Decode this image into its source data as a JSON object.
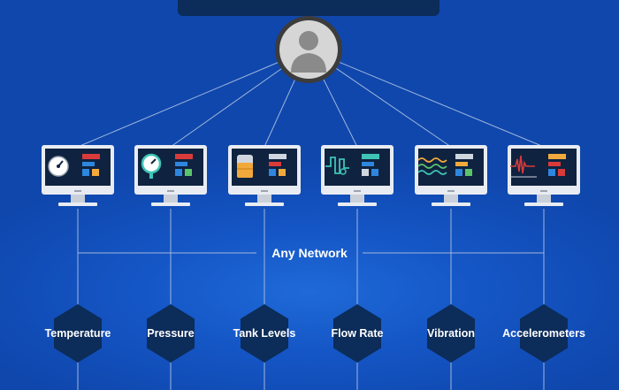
{
  "network": {
    "label": "Any Network"
  },
  "user": {
    "icon": "user-avatar-icon"
  },
  "monitors": [
    {
      "name": "temperature-monitor",
      "screen_icon": "thermometer-gauge-icon"
    },
    {
      "name": "pressure-monitor",
      "screen_icon": "pressure-gauge-icon"
    },
    {
      "name": "tank-level-monitor",
      "screen_icon": "tank-level-icon"
    },
    {
      "name": "flow-rate-monitor",
      "screen_icon": "flow-wave-icon"
    },
    {
      "name": "vibration-monitor",
      "screen_icon": "vibration-wave-icon"
    },
    {
      "name": "accelerometer-monitor",
      "screen_icon": "accelerometer-signal-icon"
    }
  ],
  "sensors": [
    {
      "label": "Temperature"
    },
    {
      "label": "Pressure"
    },
    {
      "label": "Tank Levels"
    },
    {
      "label": "Flow Rate"
    },
    {
      "label": "Vibration"
    },
    {
      "label": "Accelerometers"
    }
  ],
  "colors": {
    "background": "#1556c6",
    "top_bar": "#0c2c59",
    "hexagon": "#0c2c59",
    "lines": "#9fb6dc",
    "monitor_frame": "#e8ecf2",
    "monitor_screen": "#0f2340",
    "accent_red": "#d93a3a",
    "accent_blue": "#2e86de",
    "accent_yellow": "#f2a93b",
    "accent_green": "#5cc36b",
    "accent_teal": "#3ec5b5"
  }
}
